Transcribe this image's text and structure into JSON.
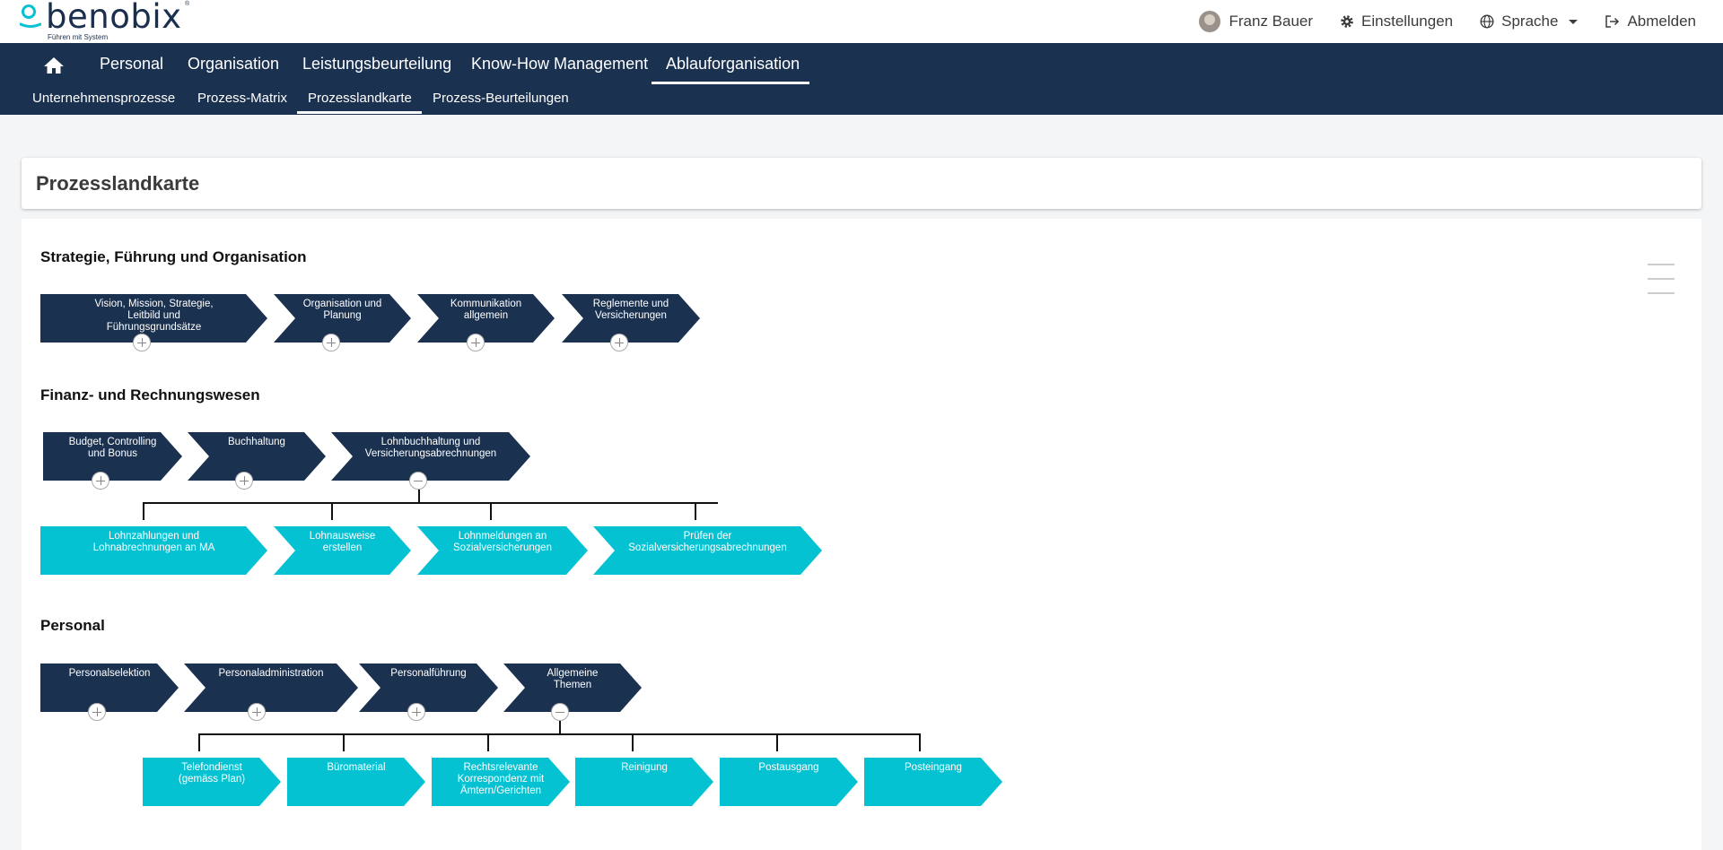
{
  "header": {
    "logo_text": "benobix",
    "logo_reg": "®",
    "logo_tagline": "Führen mit System",
    "user_name": "Franz Bauer",
    "settings_label": "Einstellungen",
    "language_label": "Sprache",
    "logout_label": "Abmelden"
  },
  "nav": {
    "main": [
      "Personal",
      "Organisation",
      "Leistungsbeurteilung",
      "Know-How Management",
      "Ablauforganisation"
    ],
    "active_main": "Ablauforganisation",
    "sub": [
      "Unternehmensprozesse",
      "Prozess-Matrix",
      "Prozesslandkarte",
      "Prozess-Beurteilungen"
    ],
    "active_sub": "Prozesslandkarte"
  },
  "page": {
    "title": "Prozesslandkarte"
  },
  "sections": [
    {
      "title": "Strategie, Führung und Organisation",
      "processes": [
        {
          "label": "Vision, Mission, Strategie, Leitbild und Führungsgrundsätze",
          "toggle": "plus"
        },
        {
          "label": "Organisation und Planung",
          "toggle": "plus"
        },
        {
          "label": "Kommunikation allgemein",
          "toggle": "plus"
        },
        {
          "label": "Reglemente und Versicherungen",
          "toggle": "plus"
        }
      ]
    },
    {
      "title": "Finanz- und Rechnungswesen",
      "processes": [
        {
          "label": "Budget, Controlling und Bonus",
          "toggle": "plus"
        },
        {
          "label": "Buchhaltung",
          "toggle": "plus"
        },
        {
          "label": "Lohnbuchhaltung und Versicherungsabrechnungen",
          "toggle": "minus"
        }
      ],
      "subprocesses": [
        "Lohnzahlungen und Lohnabrechnungen an MA",
        "Lohnausweise erstellen",
        "Lohnmeldungen an Sozialversicherungen",
        "Prüfen der Sozialversicherungsabrechnungen"
      ]
    },
    {
      "title": "Personal",
      "processes": [
        {
          "label": "Personalselektion",
          "toggle": "plus"
        },
        {
          "label": "Personaladministration",
          "toggle": "plus"
        },
        {
          "label": "Personalführung",
          "toggle": "plus"
        },
        {
          "label": "Allgemeine Themen",
          "toggle": "minus"
        }
      ],
      "subprocesses": [
        "Telefondienst (gemäss Plan)",
        "Büromaterial",
        "Rechtsrelevante Korrespondenz mit Ämtern/Gerichten",
        "Reinigung",
        "Postausgang",
        "Posteingang"
      ]
    }
  ],
  "colors": {
    "navy": "#1b3150",
    "cyan": "#05c2d2"
  },
  "icons": [
    "home-icon",
    "gear-icon",
    "globe-icon",
    "logout-icon",
    "menu-icon",
    "plus-icon",
    "minus-icon"
  ]
}
